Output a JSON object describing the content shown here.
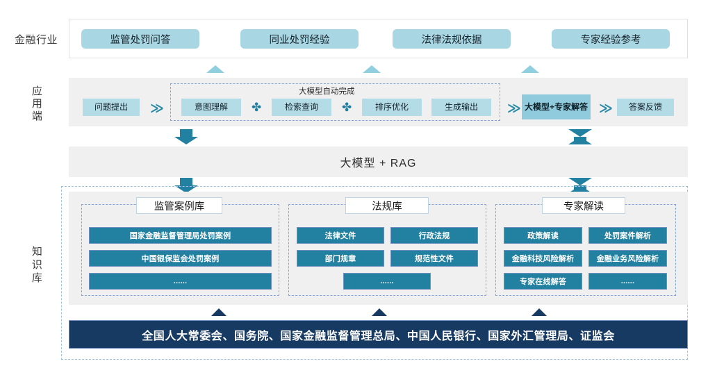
{
  "rows": {
    "industry_label": "金融行业",
    "app_label": "应用\n端",
    "kb_label": "知\n识\n库"
  },
  "industry": {
    "chips": [
      {
        "label": "监管处罚问答"
      },
      {
        "label": "同业处罚经验"
      },
      {
        "label": "法律法规依据"
      },
      {
        "label": "专家经验参考"
      }
    ]
  },
  "app": {
    "start": "问题提出",
    "auto_label": "大模型自动完成",
    "auto_steps": [
      {
        "label": "意图理解"
      },
      {
        "label": "检索查询"
      },
      {
        "label": "排序优化"
      },
      {
        "label": "生成输出"
      }
    ],
    "expert": "大模型+专家解答",
    "feedback": "答案反馈",
    "chevron": "≫",
    "plus": "✤"
  },
  "rag": {
    "label": "大模型 +  RAG"
  },
  "knowledge": {
    "groups": [
      {
        "title": "监管案例库",
        "items": [
          {
            "label": "国家金融监督管理局处罚案例",
            "span": 2
          },
          {
            "label": "中国银保监会处罚案例",
            "span": 2
          },
          {
            "label": "......",
            "span": 2
          }
        ]
      },
      {
        "title": "法规库",
        "items": [
          {
            "label": "法律文件",
            "span": 1
          },
          {
            "label": "行政法规",
            "span": 1
          },
          {
            "label": "部门规章",
            "span": 1
          },
          {
            "label": "规范性文件",
            "span": 1
          },
          {
            "label": "......",
            "span": 1
          }
        ]
      },
      {
        "title": "专家解读",
        "items": [
          {
            "label": "政策解读",
            "span": 1
          },
          {
            "label": "处罚案件解析",
            "span": 1
          },
          {
            "label": "金融科技风险解析",
            "span": 1
          },
          {
            "label": "金融业务风险解析",
            "span": 1
          },
          {
            "label": "专家在线解答",
            "span": 1
          },
          {
            "label": "......",
            "span": 1
          }
        ]
      }
    ]
  },
  "authority": {
    "label": "全国人大常委会、国务院、国家金融监督管理总局、中国人民银行、国家外汇管理局、证监会"
  },
  "colors": {
    "chip_industry": "#a8d6e3",
    "chip_app": "#b4dce7",
    "chip_app_strong": "#8fcbdd",
    "chip_kb": "#2280a0",
    "banner_navy": "#173a63",
    "band_gray": "#f0f0f0",
    "dashed_blue": "#7fa7d8"
  }
}
